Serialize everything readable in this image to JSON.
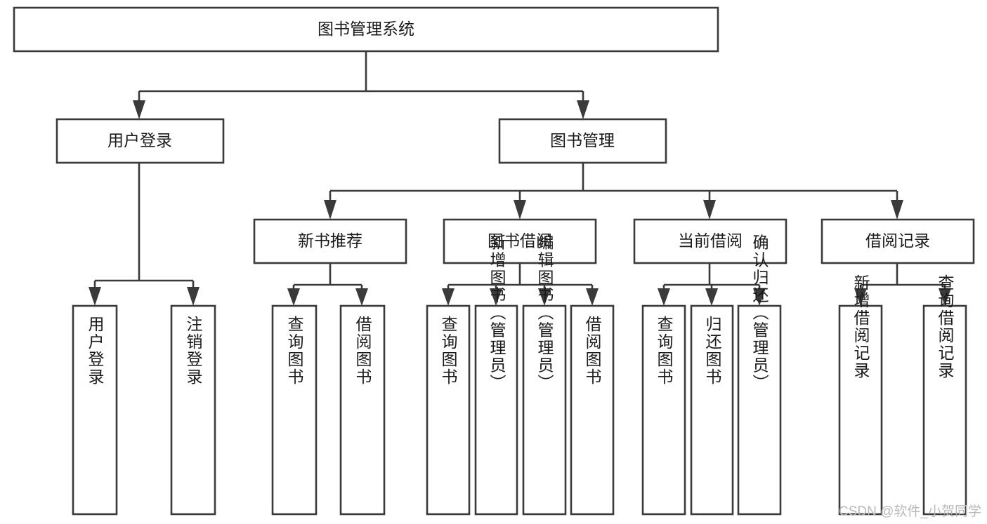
{
  "diagram": {
    "type": "tree-hierarchy-chart",
    "title": "图书管理系统",
    "orientation": "top-down",
    "colors": {
      "box_stroke": "#3a3a3a",
      "box_fill": "#ffffff",
      "connector": "#3a3a3a",
      "text": "#1a1a1a",
      "watermark": "#b9b9b9",
      "background": "#ffffff"
    },
    "levels": {
      "level1": [
        {
          "id": "root",
          "label": "图书管理系统"
        }
      ],
      "level2": [
        {
          "id": "user-login",
          "label": "用户登录",
          "parent": "root"
        },
        {
          "id": "book-manage",
          "label": "图书管理",
          "parent": "root"
        }
      ],
      "level3": [
        {
          "id": "new-book-recommend",
          "label": "新书推荐",
          "parent": "book-manage"
        },
        {
          "id": "book-borrow",
          "label": "图书借阅",
          "parent": "book-manage"
        },
        {
          "id": "current-borrow",
          "label": "当前借阅",
          "parent": "book-manage"
        },
        {
          "id": "borrow-record",
          "label": "借阅记录",
          "parent": "book-manage"
        }
      ],
      "leaves": [
        {
          "id": "leaf-user-login",
          "label": "用户登录",
          "parent": "user-login"
        },
        {
          "id": "leaf-logout-login",
          "label": "注销登录",
          "parent": "user-login"
        },
        {
          "id": "leaf-query-book-1",
          "label": "查询图书",
          "parent": "new-book-recommend"
        },
        {
          "id": "leaf-borrow-book-1",
          "label": "借阅图书",
          "parent": "new-book-recommend"
        },
        {
          "id": "leaf-query-book-2",
          "label": "查询图书",
          "parent": "book-borrow"
        },
        {
          "id": "leaf-add-book",
          "label": "新增图书（管理员）",
          "parent": "book-borrow"
        },
        {
          "id": "leaf-edit-book",
          "label": "编辑图书（管理员）",
          "parent": "book-borrow"
        },
        {
          "id": "leaf-borrow-book-2",
          "label": "借阅图书",
          "parent": "book-borrow"
        },
        {
          "id": "leaf-query-book-3",
          "label": "查询图书",
          "parent": "current-borrow"
        },
        {
          "id": "leaf-return-book",
          "label": "归还图书",
          "parent": "current-borrow"
        },
        {
          "id": "leaf-confirm-return",
          "label": "确认归还（管理员）",
          "parent": "current-borrow"
        },
        {
          "id": "leaf-add-record",
          "label": "新增借阅记录",
          "parent": "borrow-record"
        },
        {
          "id": "leaf-query-record",
          "label": "查询借阅记录",
          "parent": "borrow-record"
        }
      ]
    }
  },
  "watermark": {
    "text": "CSDN @软件_小贺同学"
  }
}
